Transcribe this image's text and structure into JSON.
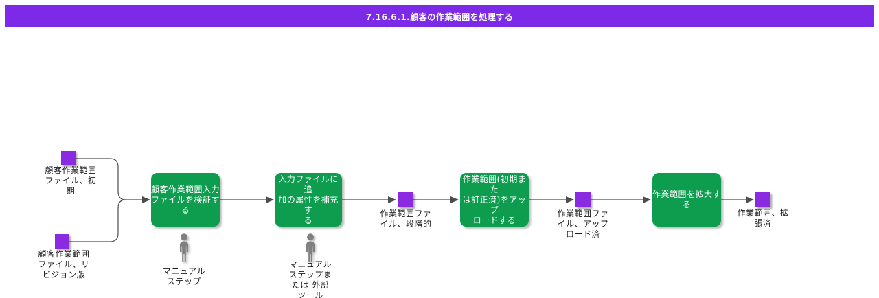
{
  "title": "7.16.6.1.顧客の作業範囲を処理する",
  "colors": {
    "title_bar_purple": "#7D2AE8",
    "artifact_purple": "#8A2BE2",
    "task_green": "#0E9D4F",
    "connector_gray": "#4D4D4D",
    "person_gray": "#808080"
  },
  "artifacts": [
    {
      "id": "customer-scope-file-initial",
      "label": "顧客作業範囲\nファイル、初\n期"
    },
    {
      "id": "customer-scope-file-revision",
      "label": "顧客作業範囲\nファイル、リ\nビジョン版"
    },
    {
      "id": "scope-file-staged",
      "label": "作業範囲ファ\nイル、段階的"
    },
    {
      "id": "scope-file-uploaded",
      "label": "作業範囲ファ\nイル、アップ\nロード済"
    },
    {
      "id": "scope-expanded",
      "label": "作業範囲、拡\n張済"
    }
  ],
  "tasks": [
    {
      "id": "validate-input-file",
      "label": "顧客作業範囲入力\nファイルを検証す\nる"
    },
    {
      "id": "supplement-attributes",
      "label": "入力ファイルに追\n加の属性を補充す\nる"
    },
    {
      "id": "upload-scope",
      "label": "作業範囲(初期また\nは訂正済)をアップ\nロードする"
    },
    {
      "id": "expand-scope",
      "label": "作業範囲を拡大す\nる"
    }
  ],
  "annotations": [
    {
      "id": "manual-step",
      "label": "マニュアル\nステップ"
    },
    {
      "id": "manual-step-or-external-tool",
      "label": "マニュアル\nステップま\nたは 外部\nツール"
    }
  ],
  "edges": [
    {
      "from": "customer-scope-file-initial",
      "to": "validate-input-file"
    },
    {
      "from": "customer-scope-file-revision",
      "to": "validate-input-file"
    },
    {
      "from": "validate-input-file",
      "to": "supplement-attributes"
    },
    {
      "from": "supplement-attributes",
      "to": "scope-file-staged"
    },
    {
      "from": "scope-file-staged",
      "to": "upload-scope"
    },
    {
      "from": "upload-scope",
      "to": "scope-file-uploaded"
    },
    {
      "from": "scope-file-uploaded",
      "to": "expand-scope"
    },
    {
      "from": "expand-scope",
      "to": "scope-expanded"
    }
  ]
}
